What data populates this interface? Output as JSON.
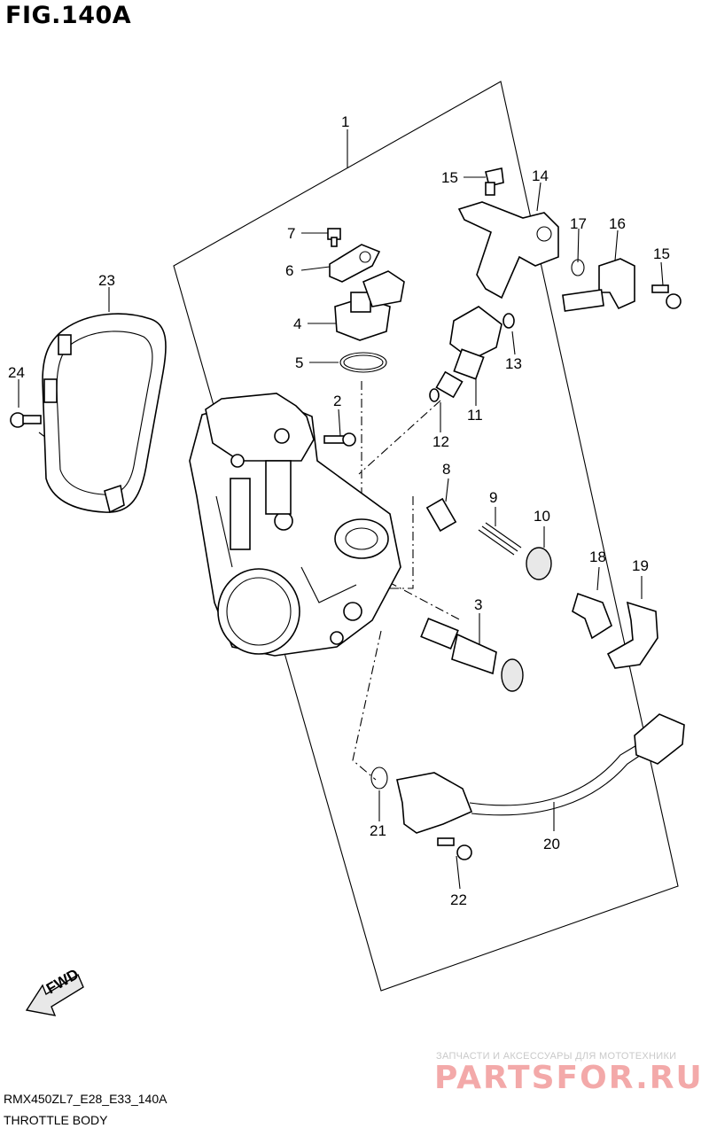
{
  "figure": {
    "title": "FIG.140A"
  },
  "footer": {
    "model_code": "RMX450ZL7_E28_E33_140A",
    "section": "THROTTLE BODY"
  },
  "watermark": {
    "line1": "ЗАПЧАСТИ И АКСЕССУАРЫ ДЛЯ МОТОТЕХНИКИ",
    "line2": "PARTSFOR.RU"
  },
  "badge": {
    "fwd": "FWD"
  },
  "callouts": [
    "1",
    "2",
    "3",
    "4",
    "5",
    "6",
    "7",
    "8",
    "9",
    "10",
    "11",
    "12",
    "13",
    "14",
    "15",
    "15",
    "16",
    "17",
    "18",
    "19",
    "20",
    "21",
    "22",
    "23",
    "24"
  ],
  "colors": {
    "line": "#000000",
    "watermark_text": "#f3a9a9",
    "watermark_sub": "#c9c9c9"
  }
}
